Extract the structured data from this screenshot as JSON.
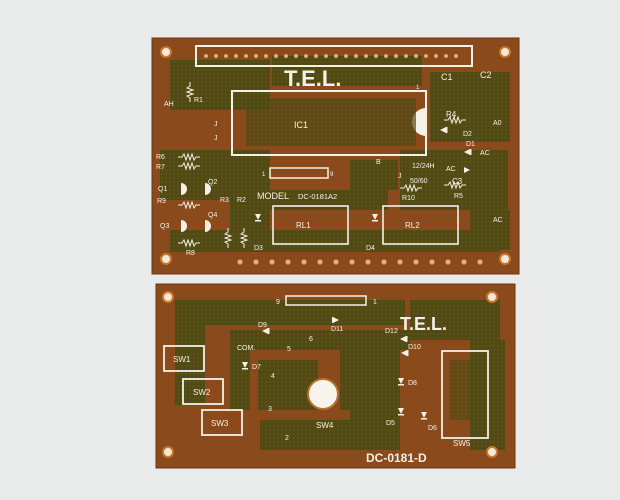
{
  "board_top": {
    "brand": "T.E.L.",
    "model_label": "MODEL",
    "model_number": "DC-0181A2",
    "ic": "IC1",
    "labels": {
      "c1": "C1",
      "c2": "C2",
      "c3": "C3",
      "ah": "AH",
      "r1": "R1",
      "r2": "R2",
      "r3": "R3",
      "r4": "R4",
      "r5": "R5",
      "r6": "R6",
      "r7": "R7",
      "r8": "R8",
      "r9": "R9",
      "r10": "R10",
      "a0": "A0",
      "ac1": "AC",
      "ac2": "AC",
      "ac3": "AC",
      "d1": "D1",
      "d2": "D2",
      "d3": "D3",
      "d4": "D4",
      "q1": "Q1",
      "q2": "Q2",
      "q3": "Q3",
      "q4": "Q4",
      "rl1": "RL1",
      "rl2": "RL2",
      "h24": "12/24H",
      "hz": "50/60",
      "pin1a": "1",
      "pin1b": "1",
      "pin9": "9",
      "j1": "J",
      "j2": "J",
      "j3": "J",
      "b_mark": "B"
    }
  },
  "board_bottom": {
    "brand": "T.E.L.",
    "model_number": "DC-0181-D",
    "labels": {
      "sw1": "SW1",
      "sw2": "SW2",
      "sw3": "SW3",
      "sw4": "SW4",
      "sw5": "SW5",
      "com": "COM.",
      "d5": "D5",
      "d6": "D6",
      "d7": "D7",
      "d8": "D8",
      "d9": "D9",
      "d10": "D10",
      "d11": "D11",
      "d12": "D12",
      "n1": "1",
      "n2": "2",
      "n3": "3",
      "n4": "4",
      "n5": "5",
      "n6": "6",
      "n9": "9"
    }
  },
  "colors": {
    "background": "#e9eaea",
    "board_substrate": "#8a4a1c",
    "copper_trace": "#4d4a14",
    "silkscreen": "#f4f1e6"
  }
}
